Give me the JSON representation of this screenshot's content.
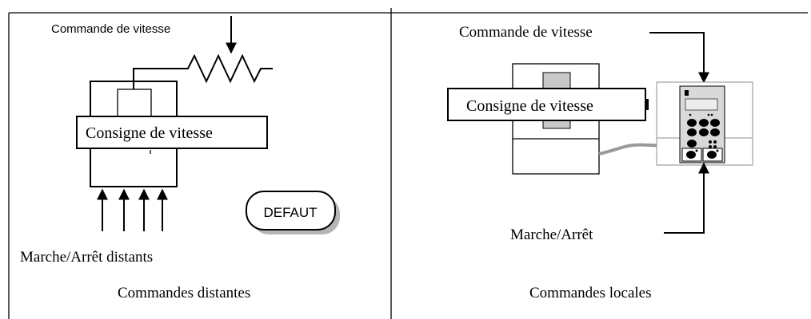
{
  "left_panel": {
    "speed_command_label": "Commande de vitesse",
    "speed_setpoint_label": "Consigne de vitesse",
    "fault_button_label": "DEFAUT",
    "remote_start_stop_label": "Marche/Arrêt distants",
    "caption": "Commandes distantes"
  },
  "right_panel": {
    "speed_command_label": "Commande de vitesse",
    "speed_setpoint_label": "Consigne de vitesse",
    "start_stop_label": "Marche/Arrêt",
    "caption": "Commandes locales"
  },
  "colors": {
    "line": "#000000",
    "keypad_face": "#d9d9d9",
    "keypad_screen": "#ededed",
    "keypad_key": "#000000",
    "cable": "#9a9a9a",
    "button_shadow": "#b5b5b5"
  }
}
